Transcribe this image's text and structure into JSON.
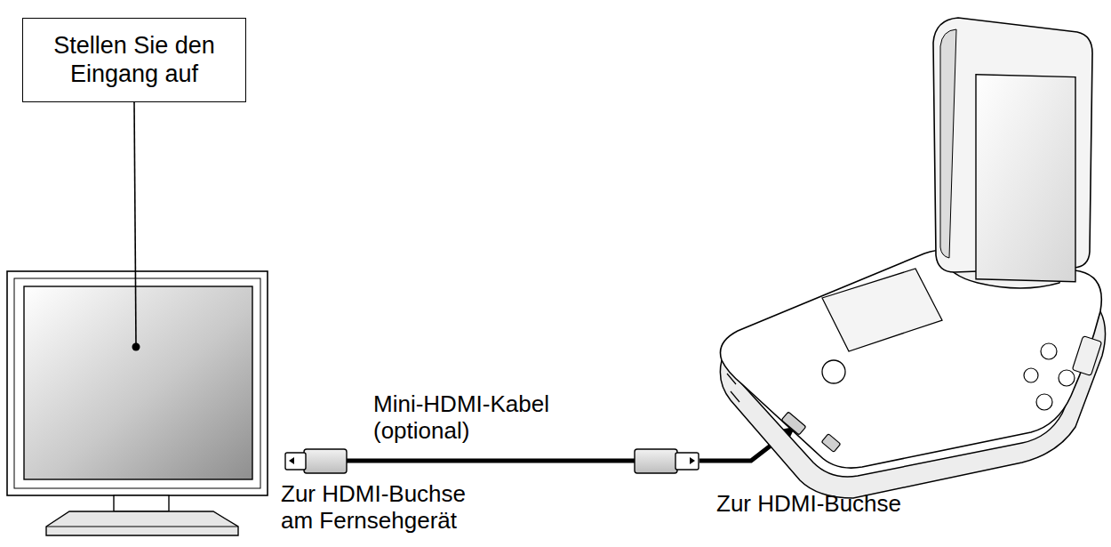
{
  "diagram": {
    "nodes": [
      {
        "text": [
          "Stellen Sie den Eingang auf"
        ]
      }
    ],
    "labels": [
      "Mini-HDMI-Kabel (optional)",
      "Zur HDMI-Buchse am Fernsehgerät",
      "Zur HDMI-Buchse"
    ]
  }
}
